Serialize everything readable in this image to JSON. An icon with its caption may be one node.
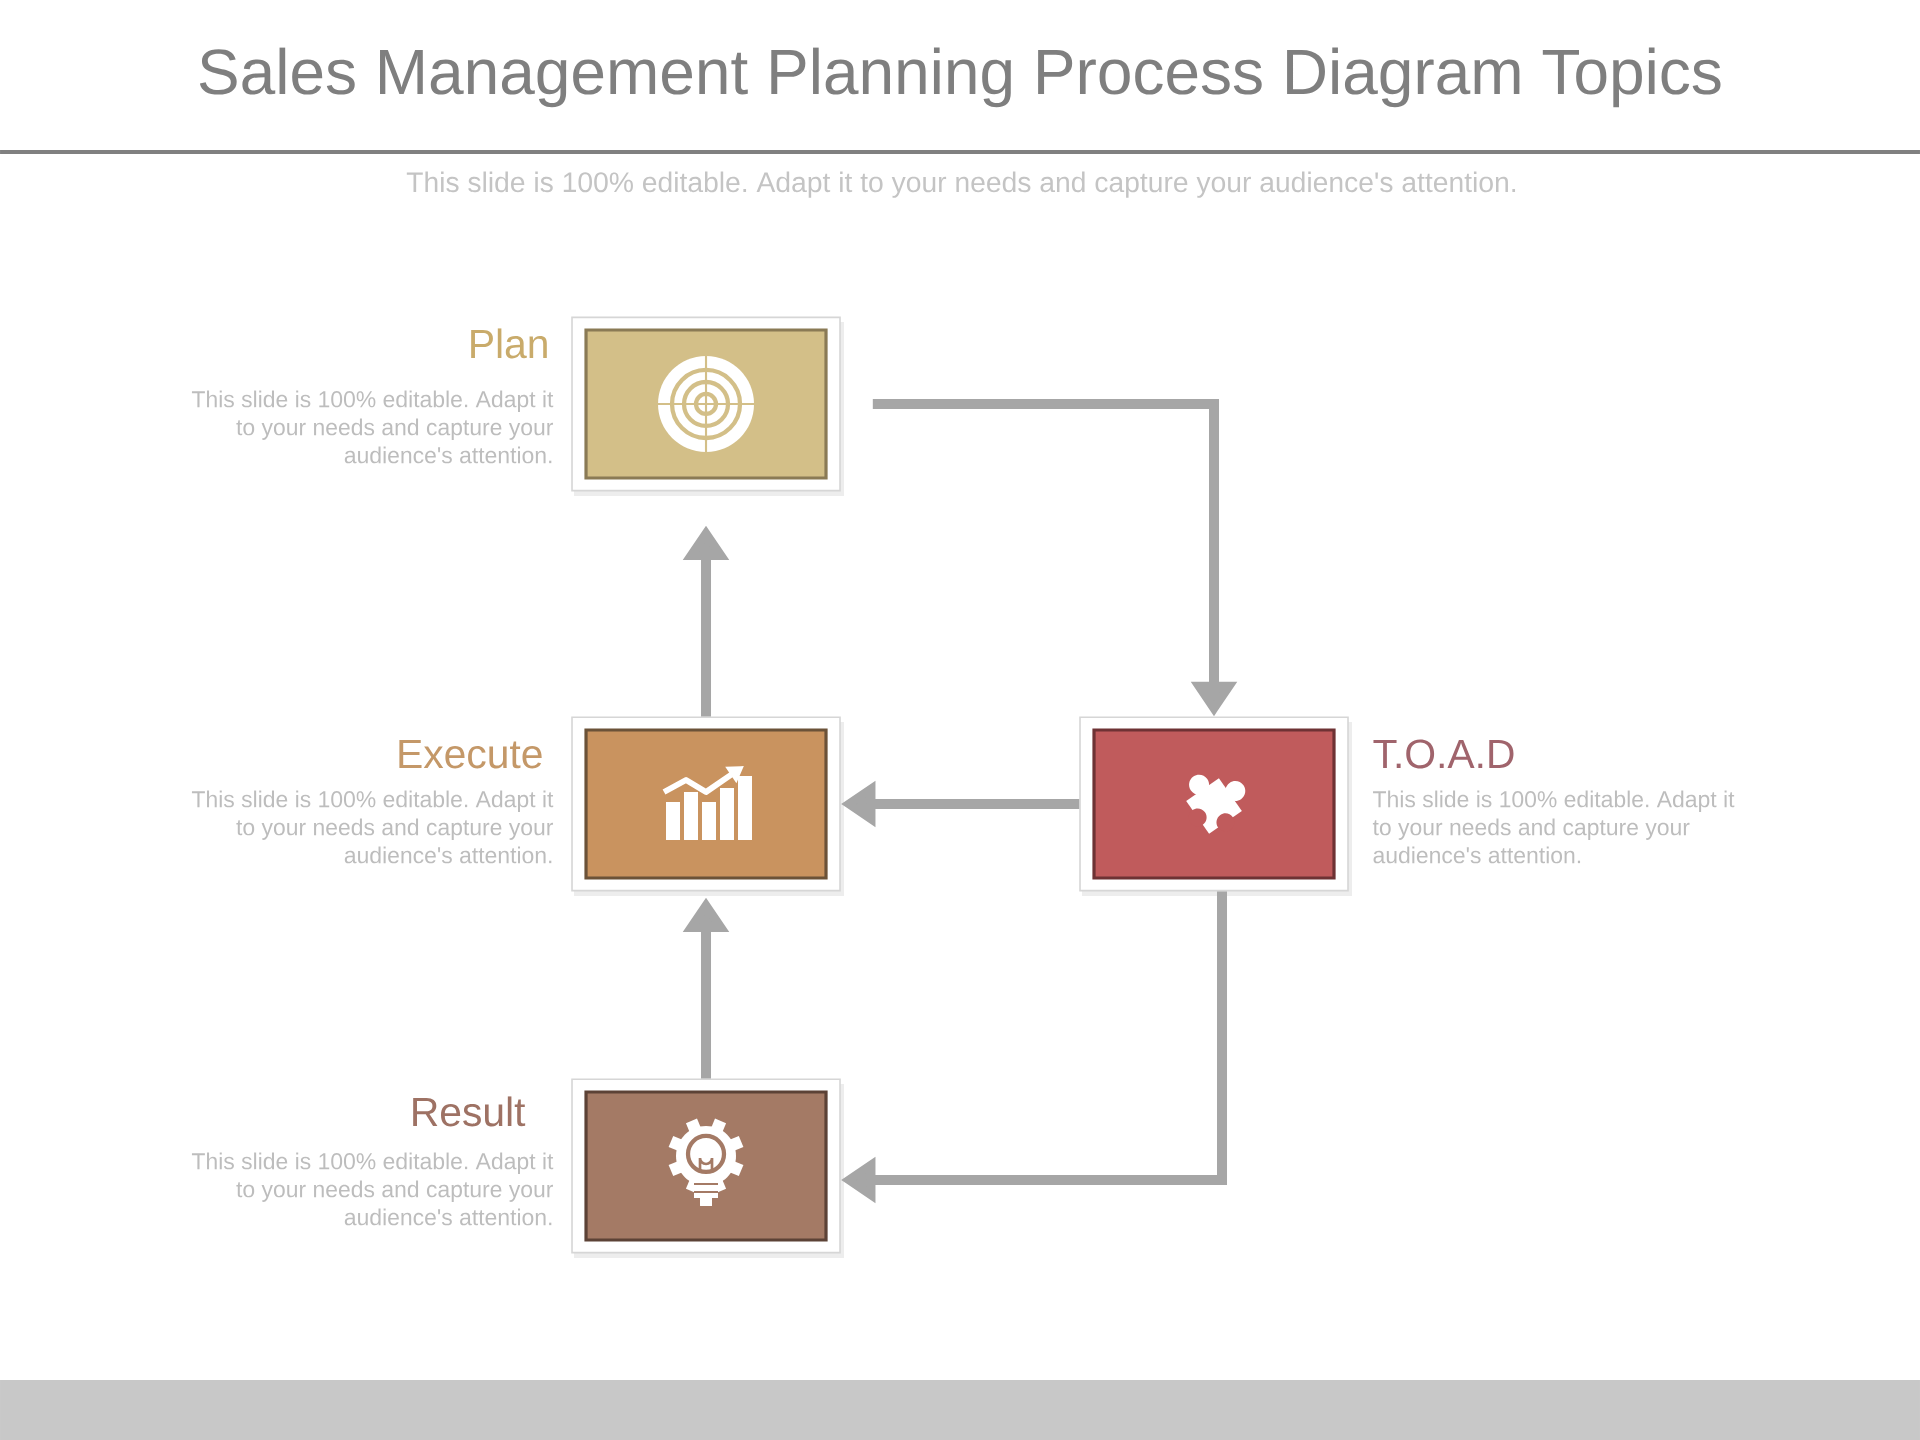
{
  "diagram": {
    "title": "Sales Management Planning Process Diagram Topics",
    "nodes": [
      {
        "text": [
          "Plan",
          "This slide is 100% editable. Adapt it to your needs and capture your audience's attention."
        ]
      },
      {
        "text": [
          "Execute",
          "This slide is 100% editable. Adapt it to your needs and capture your audience's attention."
        ]
      },
      {
        "text": [
          "T.O.A.D",
          "This slide is 100% editable. Adapt it to your needs and capture your audience's attention."
        ]
      },
      {
        "text": [
          "Result",
          "This slide is 100% editable. Adapt it to your needs and capture your audience's attention."
        ]
      }
    ],
    "edges": [
      {
        "from": 0,
        "to": 2,
        "arrow": "to"
      },
      {
        "from": 2,
        "to": 1,
        "arrow": "to"
      },
      {
        "from": 1,
        "to": 0,
        "arrow": "to"
      },
      {
        "from": 2,
        "to": 3,
        "arrow": "to"
      },
      {
        "from": 3,
        "to": 1,
        "arrow": "to"
      }
    ],
    "labels": [
      "This slide is 100% editable. Adapt it to your needs and capture your audience's attention."
    ]
  }
}
